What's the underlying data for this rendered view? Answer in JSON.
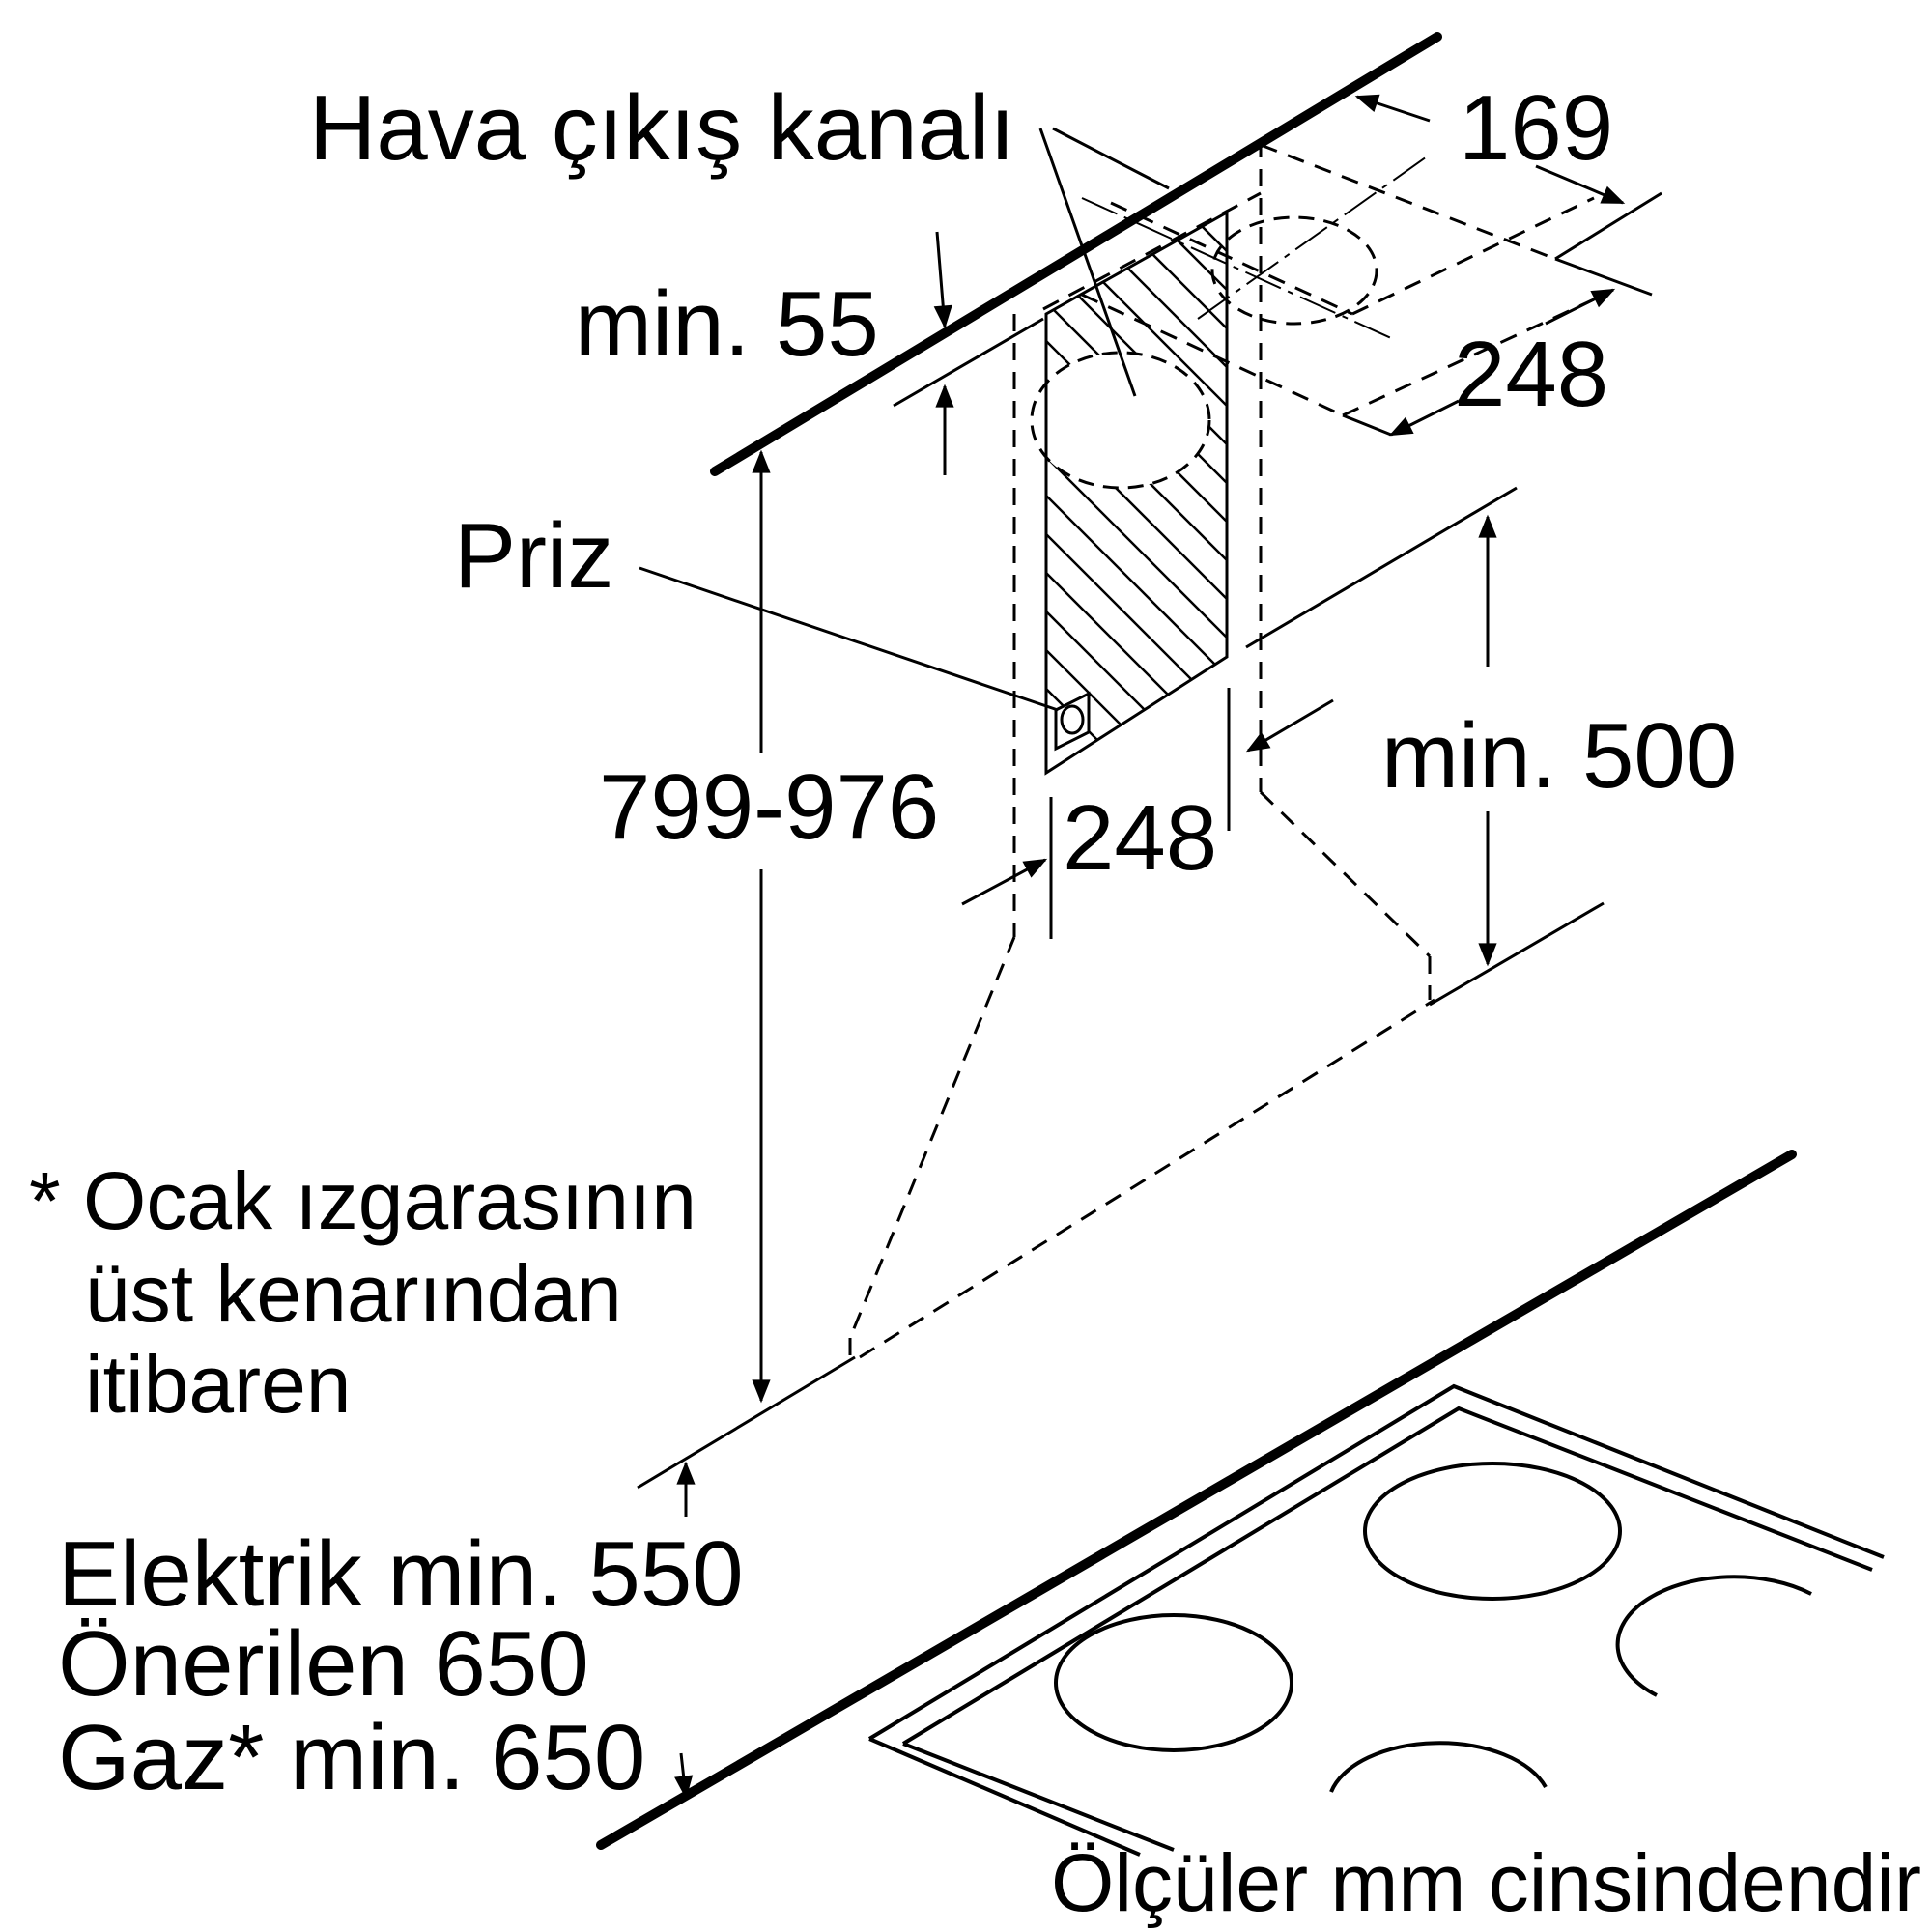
{
  "labels": {
    "air_outlet": "Hava çıkış kanalı",
    "dim_169": "169",
    "dim_min55": "min. 55",
    "dim_248_top": "248",
    "socket": "Priz",
    "dim_799_976": "799-976",
    "dim_min500": "min. 500",
    "dim_248_mid": "248",
    "note_line1": "* Ocak ızgarasının",
    "note_line2": "üst kenarından",
    "note_line3": "itibaren",
    "electric": "Elektrik min. 550",
    "recommended": "Önerilen 650",
    "gas": "Gaz* min. 650",
    "units": "Ölçüler mm cinsindendir"
  }
}
